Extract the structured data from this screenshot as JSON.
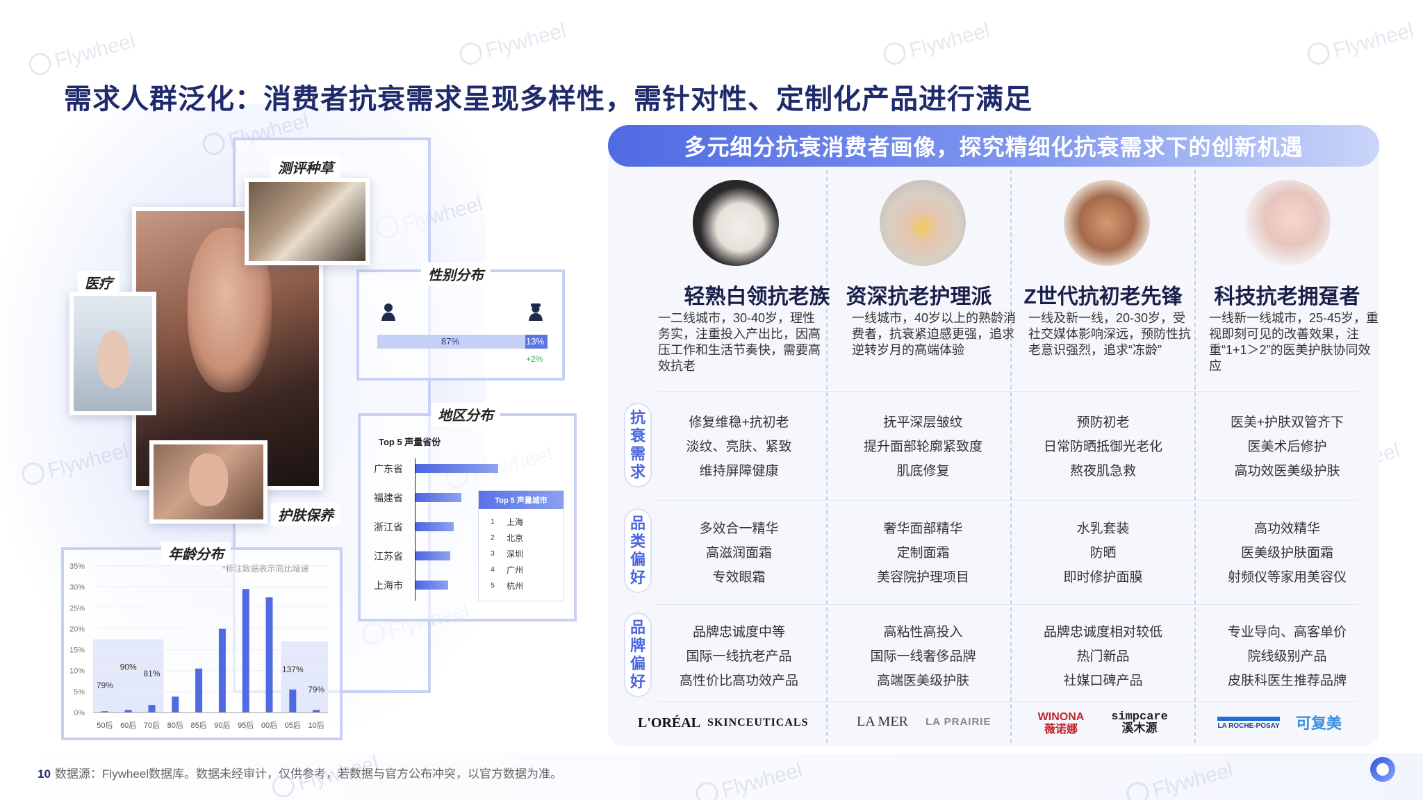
{
  "title": "需求人群泛化：消费者抗衰需求呈现多样性，需针对性、定制化产品进行满足",
  "watermark": "Flywheel",
  "left": {
    "tags": {
      "review": "测评种草",
      "medical": "医疗",
      "gender": "性别分布",
      "region": "地区分布",
      "skincare": "护肤保养",
      "age": "年龄分布"
    },
    "gender": {
      "female_pct": "87%",
      "male_pct": "13%",
      "male_growth": "+2%",
      "female_value": 0.87,
      "male_value": 0.13
    },
    "region": {
      "provinces_title": "Top 5 声量省份",
      "provinces": [
        {
          "name": "广东省",
          "value": 0.86
        },
        {
          "name": "福建省",
          "value": 0.48
        },
        {
          "name": "浙江省",
          "value": 0.4
        },
        {
          "name": "江苏省",
          "value": 0.36
        },
        {
          "name": "上海市",
          "value": 0.34
        }
      ],
      "cities_title": "Top 5 声量城市",
      "cities": [
        {
          "rank": "1",
          "name": "上海"
        },
        {
          "rank": "2",
          "name": "北京"
        },
        {
          "rank": "3",
          "name": "深圳"
        },
        {
          "rank": "4",
          "name": "广州"
        },
        {
          "rank": "5",
          "name": "杭州"
        }
      ]
    },
    "age_note": "*标注数据表示同比增速"
  },
  "chart_data": {
    "type": "bar",
    "title": "年龄分布",
    "categories": [
      "50后",
      "60后",
      "70后",
      "80后",
      "85后",
      "90后",
      "95后",
      "00后",
      "05后",
      "10后"
    ],
    "values": [
      0.3,
      0.6,
      1.8,
      3.8,
      10.5,
      20.0,
      29.5,
      27.5,
      5.5,
      0.6
    ],
    "ylim": [
      0,
      35
    ],
    "yticks": [
      "0%",
      "5%",
      "10%",
      "15%",
      "20%",
      "25%",
      "30%",
      "35%"
    ],
    "annotations": [
      {
        "category": "50后",
        "label": "79%"
      },
      {
        "category": "60后",
        "label": "90%"
      },
      {
        "category": "70后",
        "label": "81%"
      },
      {
        "category": "05后",
        "label": "137%"
      },
      {
        "category": "10后",
        "label": "79%"
      }
    ]
  },
  "right": {
    "header": "多元细分抗衰消费者画像，探究精细化抗衰需求下的创新机遇",
    "row_labels": [
      "抗衰需求",
      "品类偏好",
      "品牌偏好"
    ],
    "personas": [
      {
        "name": "轻熟白领抗老族",
        "desc": "一二线城市，30-40岁，理性务实，注重投入产出比，因高压工作和生活节奏快，需要高效抗老",
        "needs": [
          "修复维稳+抗初老",
          "淡纹、亮肤、紧致",
          "维持屏障健康"
        ],
        "categories": [
          "多效合一精华",
          "高滋润面霜",
          "专效眼霜"
        ],
        "brand_pref": [
          "品牌忠诚度中等",
          "国际一线抗老产品",
          "高性价比高功效产品"
        ],
        "brands": [
          "L'ORÉAL",
          "SKINCEUTICALS"
        ]
      },
      {
        "name": "资深抗老护理派",
        "desc": "一线城市，40岁以上的熟龄消费者，抗衰紧迫感更强，追求逆转岁月的高端体验",
        "needs": [
          "抚平深层皱纹",
          "提升面部轮廓紧致度",
          "肌底修复"
        ],
        "categories": [
          "奢华面部精华",
          "定制面霜",
          "美容院护理项目"
        ],
        "brand_pref": [
          "高粘性高投入",
          "国际一线奢侈品牌",
          "高端医美级护肤"
        ],
        "brands": [
          "LA MER",
          "LA PRAIRIE"
        ]
      },
      {
        "name": "Z世代抗初老先锋",
        "desc": "一线及新一线，20-30岁，受社交媒体影响深远，预防性抗老意识强烈，追求“冻龄”",
        "needs": [
          "预防初老",
          "日常防晒抵御光老化",
          "熬夜肌急救"
        ],
        "categories": [
          "水乳套装",
          "防晒",
          "即时修护面膜"
        ],
        "brand_pref": [
          "品牌忠诚度相对较低",
          "热门新品",
          "社媒口碑产品"
        ],
        "brands": [
          "WINONA 薇诺娜",
          "simpcare 溪木源"
        ]
      },
      {
        "name": "科技抗老拥趸者",
        "desc": "一线新一线城市，25-45岁，重视即刻可见的改善效果，注重“1+1＞2”的医美护肤协同效应",
        "needs": [
          "医美+护肤双管齐下",
          "医美术后修护",
          "高功效医美级护肤"
        ],
        "categories": [
          "高功效精华",
          "医美级护肤面霜",
          "射频仪等家用美容仪"
        ],
        "brand_pref": [
          "专业导向、高客单价",
          "院线级别产品",
          "皮肤科医生推荐品牌"
        ],
        "brands": [
          "LA ROCHE-POSAY",
          "可复美"
        ]
      }
    ]
  },
  "footer": {
    "page": "10",
    "source": "数据源：Flywheel数据库。数据未经审计，仅供参考，若数据与官方公布冲突，以官方数据为准。"
  },
  "colors": {
    "accent": "#4f6ae3",
    "title": "#1f2a6b",
    "bar": "#5b75e3"
  }
}
